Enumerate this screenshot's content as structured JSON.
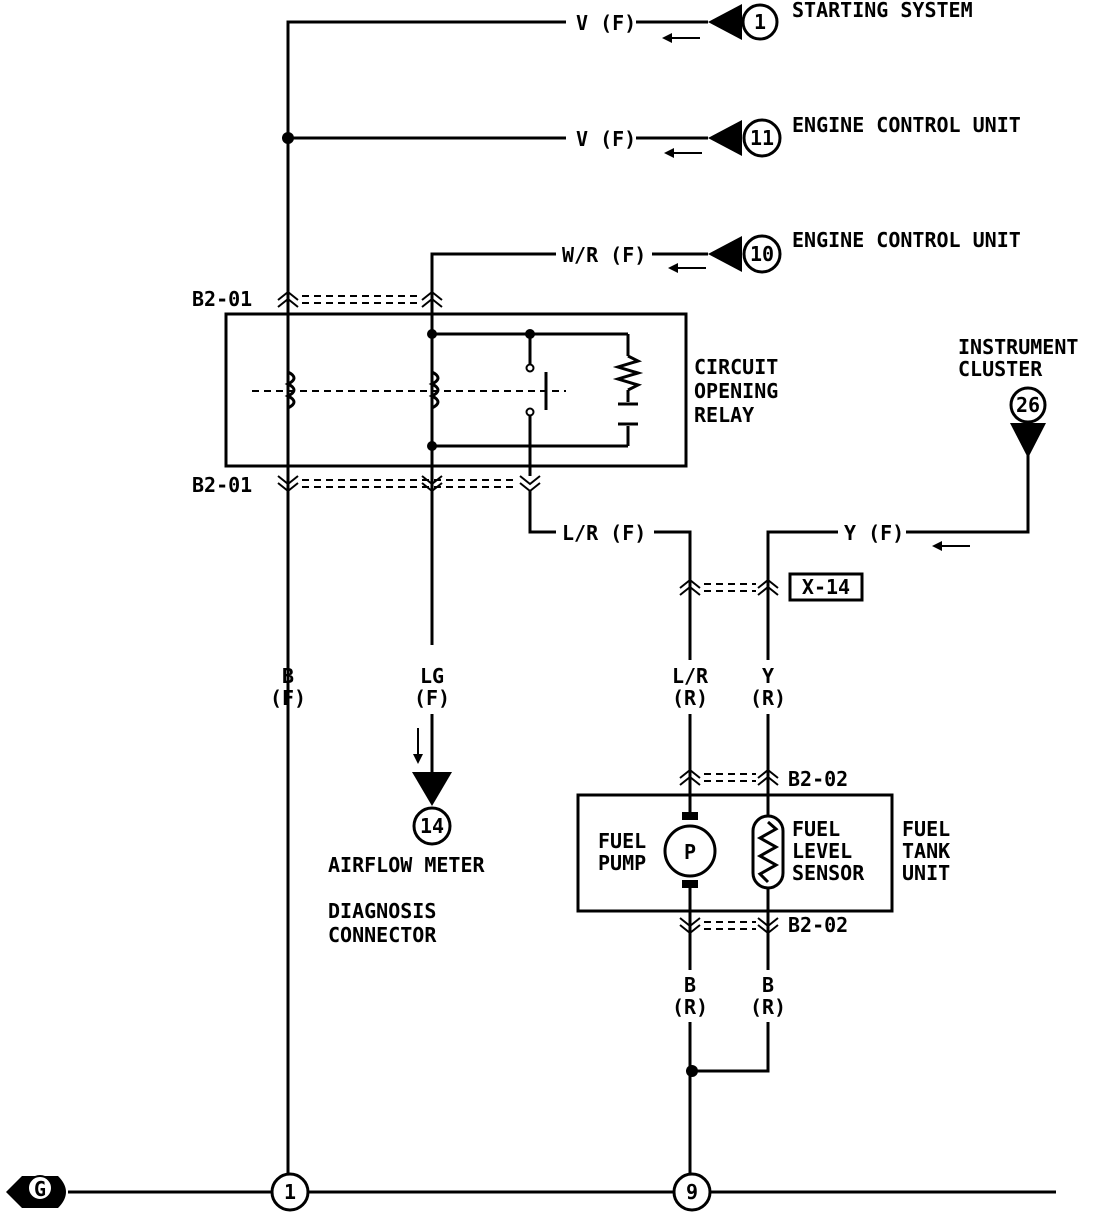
{
  "connectors": {
    "upper": "B2-01",
    "lower": "B2-01",
    "tank_upper": "B2-02",
    "tank_lower": "B2-02",
    "junction": "X-14"
  },
  "destinations": [
    {
      "number": "1",
      "label": "STARTING SYSTEM",
      "wire": "V (F)"
    },
    {
      "number": "11",
      "label": "ENGINE CONTROL UNIT",
      "wire": "V (F)"
    },
    {
      "number": "10",
      "label": "ENGINE CONTROL UNIT",
      "wire": "W/R (F)"
    }
  ],
  "relay": {
    "line1": "CIRCUIT",
    "line2": "OPENING",
    "line3": "RELAY"
  },
  "instrument": {
    "line1": "INSTRUMENT",
    "line2": "CLUSTER",
    "number": "26"
  },
  "wires": {
    "lr_f": "L/R (F)",
    "y_f": "Y (F)",
    "b_left": [
      "B",
      "(F)"
    ],
    "lg": [
      "LG",
      "(F)"
    ],
    "lr_r": [
      "L/R",
      "(R)"
    ],
    "y_r": [
      "Y",
      "(R)"
    ],
    "b_r_left": [
      "B",
      "(R)"
    ],
    "b_r_right": [
      "B",
      "(R)"
    ]
  },
  "airflow": {
    "number": "14",
    "label1": "AIRFLOW METER",
    "label2": "DIAGNOSIS",
    "label3": "CONNECTOR"
  },
  "tank_unit": {
    "pump": [
      "FUEL",
      "PUMP"
    ],
    "pump_symbol": "P",
    "sensor": [
      "FUEL",
      "LEVEL",
      "SENSOR"
    ],
    "unit": [
      "FUEL",
      "TANK",
      "UNIT"
    ]
  },
  "ground": {
    "symbol": "G",
    "left_number": "1",
    "right_number": "9"
  }
}
